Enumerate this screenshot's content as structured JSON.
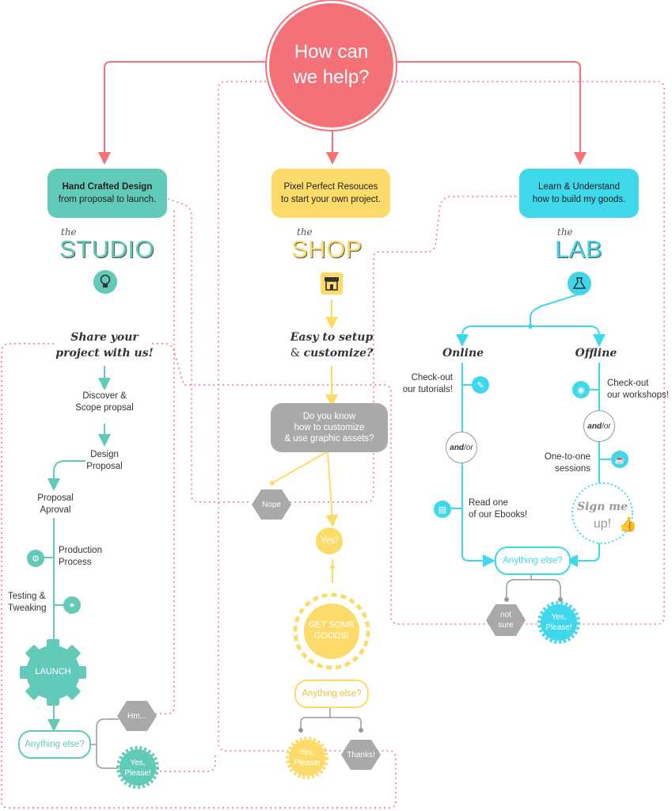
{
  "colors": {
    "coral": "#f47178",
    "teal": "#62cab8",
    "yellow": "#fcdb6a",
    "cyan": "#3fd8ea",
    "gray": "#a9a9a9"
  },
  "hero": {
    "line1": "How can",
    "line2": "we help?"
  },
  "studio": {
    "card_title": "Hand Crafted Design",
    "card_sub": "from proposal to launch.",
    "the": "the",
    "name": "STUDIO",
    "icon": "lightbulb-icon",
    "question_l1": "Share your",
    "question_l2": "project with us!",
    "steps": [
      {
        "l1": "Discover &",
        "l2": "Scope propsal"
      },
      {
        "l1": "Design",
        "l2": "Proposal"
      },
      {
        "l1": "Proposal",
        "l2": "Aproval"
      },
      {
        "l1": "Production",
        "l2": "Process"
      },
      {
        "l1": "Testing &",
        "l2": "Tweaking"
      }
    ],
    "launch": "LAUNCH",
    "anything": "Anything else?",
    "hm": "Hm...",
    "yes_l1": "Yes,",
    "yes_l2": "Please!"
  },
  "shop": {
    "card_l1": "Pixel Perfect Resouces",
    "card_l2": "to start your own project.",
    "the": "the",
    "name": "SHOP",
    "icon": "storefront-icon",
    "question_l1": "Easy to setup",
    "question_amp": "& ",
    "question_l2": "customize?",
    "box_l1": "Do you know",
    "box_l2": "how to customize",
    "box_l3": "& use graphic assets?",
    "nope": "Nope",
    "yes": "Yes!",
    "goods_l1": "GET SOME",
    "goods_l2": "GOODS!",
    "anything": "Anything else?",
    "yes_l1": "Yes,",
    "yes_l2": "Please!",
    "thanks": "Thanks!"
  },
  "lab": {
    "card_l1": "Learn & Understand",
    "card_l2": "how to build my goods.",
    "the": "the",
    "name": "LAB",
    "icon": "flask-icon",
    "online": "Online",
    "offline": "Offline",
    "tutorials_l1": "Check-out",
    "tutorials_l2": "our tutorials!",
    "workshops_l1": "Check-out",
    "workshops_l2": "our workshops!",
    "andor_a": "and",
    "andor_b": "/or",
    "ebooks_l1": "Read one",
    "ebooks_l2": "of our Ebooks!",
    "sessions_l1": "One-to-one",
    "sessions_l2": "sessions",
    "signme": "Sign me",
    "up": "up!",
    "anything": "Anything else?",
    "notsure_l1": "not",
    "notsure_l2": "sure",
    "yes_l1": "Yes,",
    "yes_l2": "Please!"
  }
}
